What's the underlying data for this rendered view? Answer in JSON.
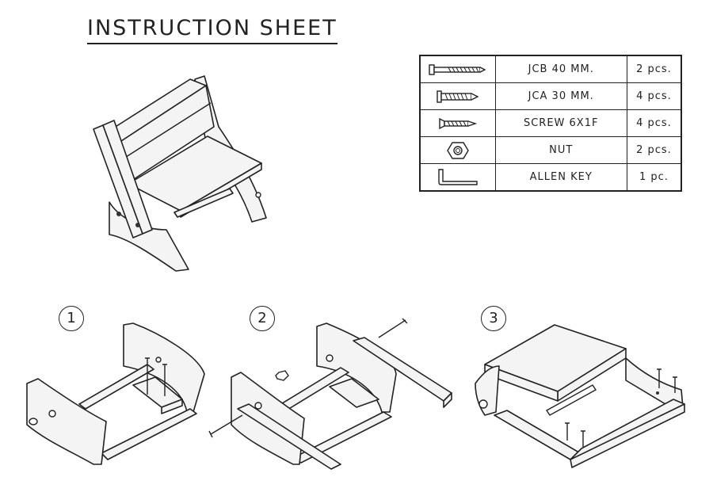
{
  "title": "INSTRUCTION SHEET",
  "parts": [
    {
      "icon": "long-bolt-icon",
      "name": "JCB 40 MM.",
      "qty": "2 pcs."
    },
    {
      "icon": "bolt-icon",
      "name": "JCA 30 MM.",
      "qty": "4 pcs."
    },
    {
      "icon": "screw-icon",
      "name": "SCREW 6X1F",
      "qty": "4 pcs."
    },
    {
      "icon": "nut-icon",
      "name": "NUT",
      "qty": "2 pcs."
    },
    {
      "icon": "allen-key-icon",
      "name": "ALLEN KEY",
      "qty": "1 pc."
    }
  ],
  "steps": [
    {
      "number": "1"
    },
    {
      "number": "2"
    },
    {
      "number": "3"
    }
  ]
}
